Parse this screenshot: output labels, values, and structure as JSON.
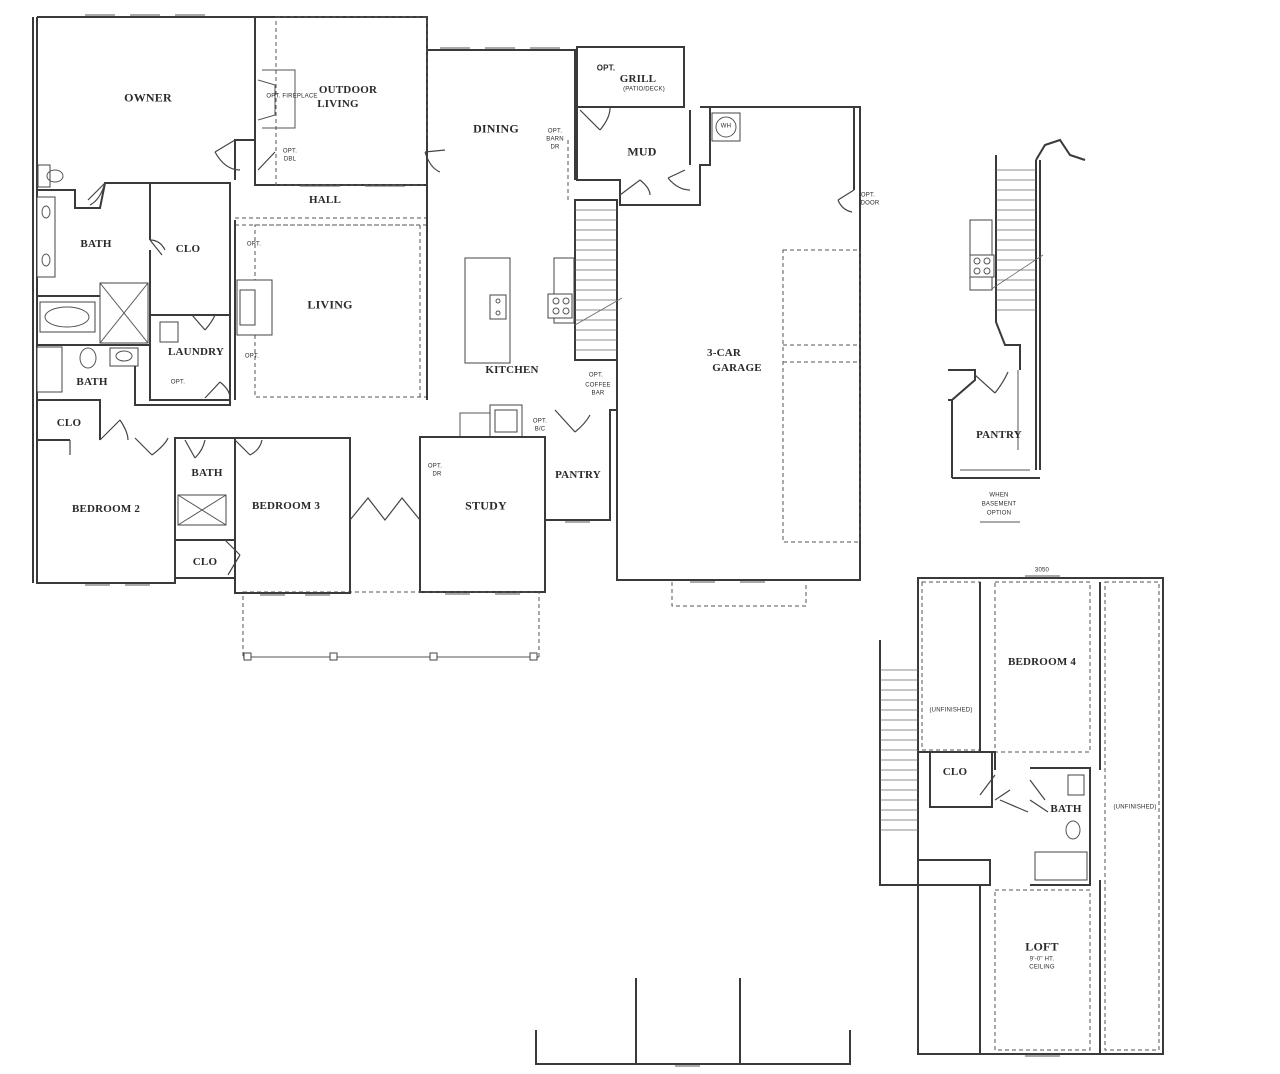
{
  "main_floor": {
    "owner": "OWNER",
    "outdoor_living": "OUTDOOR",
    "outdoor_living_2": "LIVING",
    "opt_fireplace": "OPT. FIREPLACE",
    "opt_dbl_1": "OPT.",
    "opt_dbl_2": "DBL",
    "dining": "DINING",
    "opt_barn_1": "OPT.",
    "opt_barn_2": "BARN",
    "opt_barn_3": "DR",
    "opt_grill_1": "OPT.",
    "grill": "GRILL",
    "patio_deck": "(PATIO/DECK)",
    "mud": "MUD",
    "wh": "WH",
    "bath_owner": "BATH",
    "clo_owner": "CLO",
    "hall": "HALL",
    "opt_living_1": "OPT.",
    "opt_living_2": "OPT.",
    "living": "LIVING",
    "laundry": "LAUNDRY",
    "opt_laundry": "OPT.",
    "bath_2": "BATH",
    "clo_2": "CLO",
    "kitchen": "KITCHEN",
    "opt_coffee_1": "OPT.",
    "opt_coffee_2": "COFFEE",
    "opt_coffee_3": "BAR",
    "opt_bc_1": "OPT.",
    "opt_bc_2": "B/C",
    "opt_door_1": "OPT.",
    "opt_door_2": "DOOR",
    "garage_1": "3-CAR",
    "garage_2": "GARAGE",
    "bedroom_2": "BEDROOM 2",
    "bath_3": "BATH",
    "bedroom_3": "BEDROOM 3",
    "clo_3": "CLO",
    "opt_study_1": "OPT.",
    "opt_study_2": "DR",
    "study": "STUDY",
    "pantry": "PANTRY"
  },
  "basement_option": {
    "pantry": "PANTRY",
    "note_1": "WHEN",
    "note_2": "BASEMENT",
    "note_3": "OPTION"
  },
  "second_floor": {
    "window_tag": "3050",
    "bedroom_4": "BEDROOM 4",
    "unfinished_left": "(UNFINISHED)",
    "unfinished_right": "(UNFINISHED)",
    "clo": "CLO",
    "bath": "BATH",
    "loft": "LOFT",
    "loft_note_1": "9'-0\" HT.",
    "loft_note_2": "CEILING"
  }
}
